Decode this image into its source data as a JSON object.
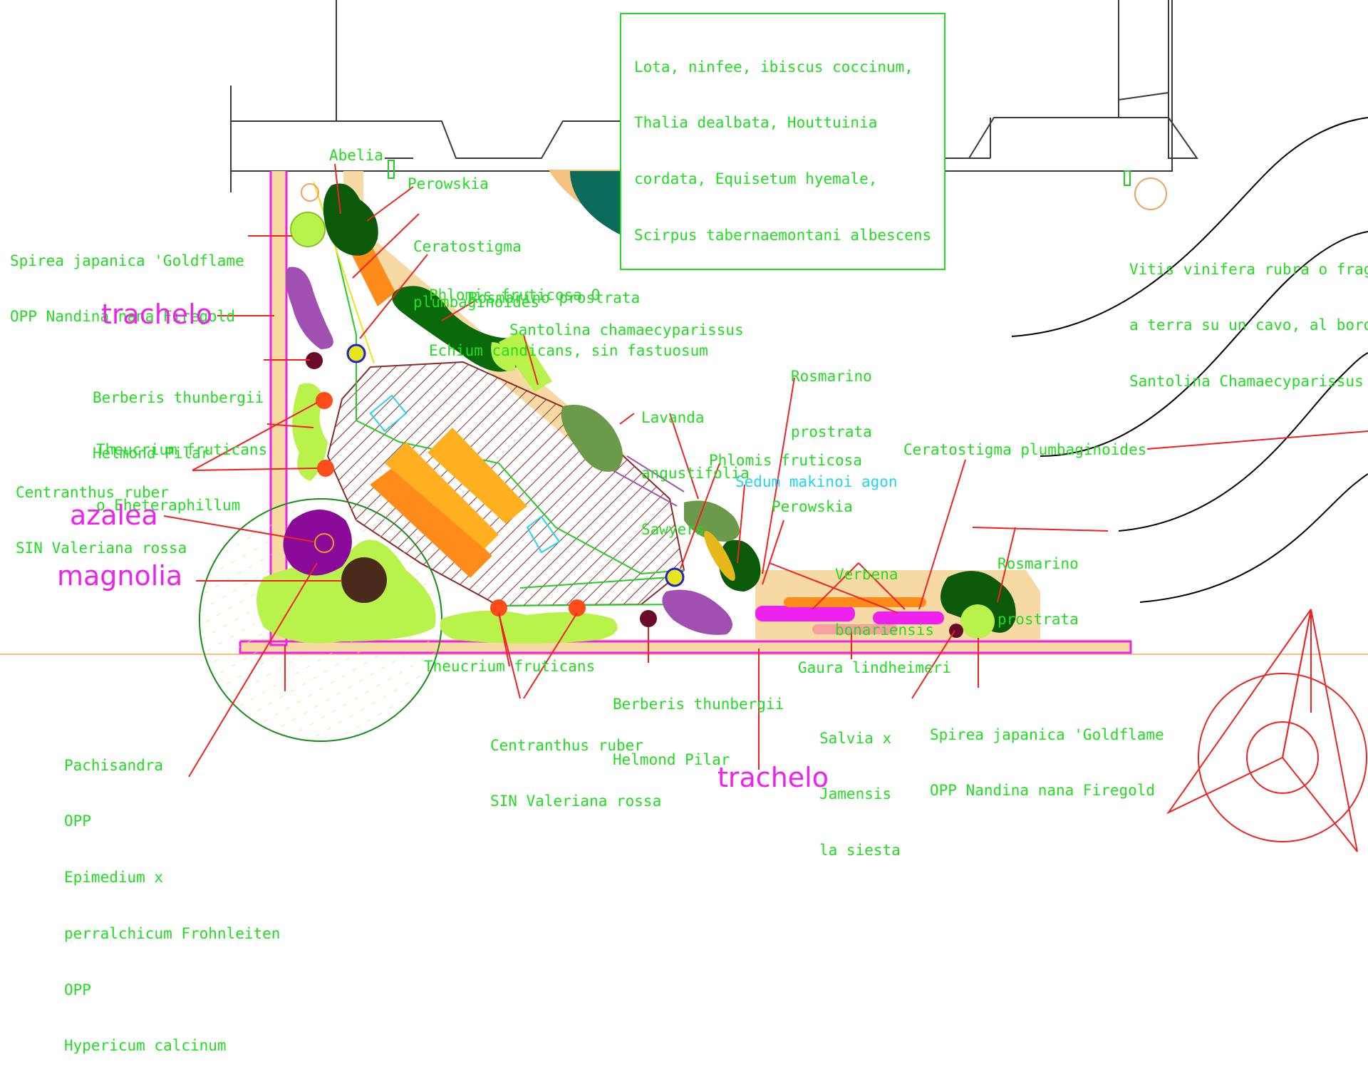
{
  "colors": {
    "building": "#3a3a3a",
    "label_green": "#22dd22",
    "label_magenta": "#ee22ee",
    "label_cyan": "#22d4ee",
    "leader": "#ee2222",
    "pond_water": "#0b6b5a",
    "pond_edge": "#f6c27f",
    "path": "#f7d9a3",
    "hedge_magenta": "#ee22ee",
    "lime": "#b8f24a",
    "dark_green": "#0a5a0a",
    "mid_green": "#1a8a1a",
    "olive": "#6a9a4a",
    "lavender_purple": "#a050b0",
    "orange": "#ff8c1a",
    "azalea": "#8a0a9a",
    "magnolia": "#4a2a1a"
  },
  "labels": {
    "pond_box": [
      "Lota, ninfee, ibiscus coccinum,",
      "Thalia dealbata, Houttuinia",
      "cordata, Equisetum hyemale,",
      "Scirpus tabernaemontani albescens"
    ],
    "abelia": "Abelia",
    "perowskia_top": "Perowskia",
    "ceratostigma_top": [
      "Ceratostigma",
      "plumbaginoides"
    ],
    "spiraea_left": [
      "Spirea japanica 'Goldflame",
      "OPP Nandina nana Firegold"
    ],
    "phlomis_echium": [
      "Phlomis fruticosa O",
      "Echium candicans, sin fastuosum"
    ],
    "rosmarinus_top": "Rosmarino prostrata",
    "trachelo_left": "trachelo",
    "santolina": "Santolina chamaecyparissus",
    "berberis_left": [
      "Berberis thunbergii",
      "Helmond Pilar"
    ],
    "rosmarinus_mid": [
      "Rosmarino",
      "prostrata"
    ],
    "teucrium_left": [
      "Theucrium fruticans",
      "o Eheteraphillum"
    ],
    "lavandula": [
      "Lavanda",
      "angustifolia",
      "Sawyers"
    ],
    "centranthus_left": [
      "Centranthus ruber",
      "SIN Valeriana rossa"
    ],
    "phlomis": "Phlomis fruticosa",
    "sedum": "Sedum makinoi agon",
    "ceratostigma_right": "Ceratostigma plumbaginoides",
    "azalea": "azalea",
    "perowskia_mid": "Perowskia",
    "verbena": [
      "Verbena",
      "bonariensis"
    ],
    "rosmarinus_right": [
      "Rosmarino",
      "prostrata"
    ],
    "magnolia": "magnolia",
    "vitis": [
      "Vitis vinifera rubra o fragola",
      "a terra su un cavo, al bordo",
      "Santolina Chamaecyparissus"
    ],
    "teucrium_bottom": "Theucrium fruticans",
    "berberis_bottom": [
      "Berberis thunbergii",
      "Helmond Pilar"
    ],
    "gaura": "Gaura lindheimeri",
    "centranthus_bottom": [
      "Centranthus ruber",
      "SIN Valeriana rossa"
    ],
    "salvia": [
      "Salvia x",
      "Jamensis",
      "la siesta"
    ],
    "spiraea_right": [
      "Spirea japanica 'Goldflame",
      "OPP Nandina nana Firegold"
    ],
    "pachysandra": [
      "Pachisandra",
      "OPP",
      "Epimedium x",
      "perralchicum Frohnleiten",
      "OPP",
      "Hypericum calcinum"
    ],
    "trachelo_bottom": "trachelo"
  }
}
